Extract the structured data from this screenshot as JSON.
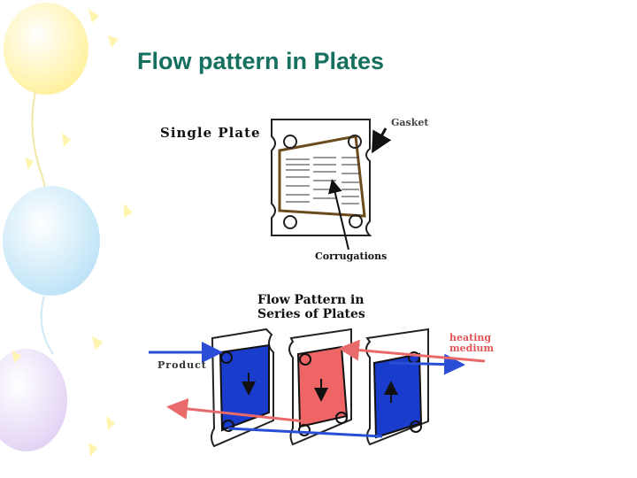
{
  "title": "Flow pattern in Plates",
  "labels": {
    "single_plate": "Single Plate",
    "gasket": "Gasket",
    "corrugations": "Corrugations",
    "flow_pattern_line1": "Flow Pattern in",
    "flow_pattern_line2": "Series of Plates",
    "heating_line1": "heating",
    "heating_line2": "medium",
    "product": "Product"
  },
  "colors": {
    "title": "#16705f",
    "gasket": "#6b4a1e",
    "product_plate": "#1a3ccc",
    "heating_plate": "#ef6464",
    "product_arrow": "#2a4fd6",
    "heating_arrow": "#e96a6a"
  }
}
